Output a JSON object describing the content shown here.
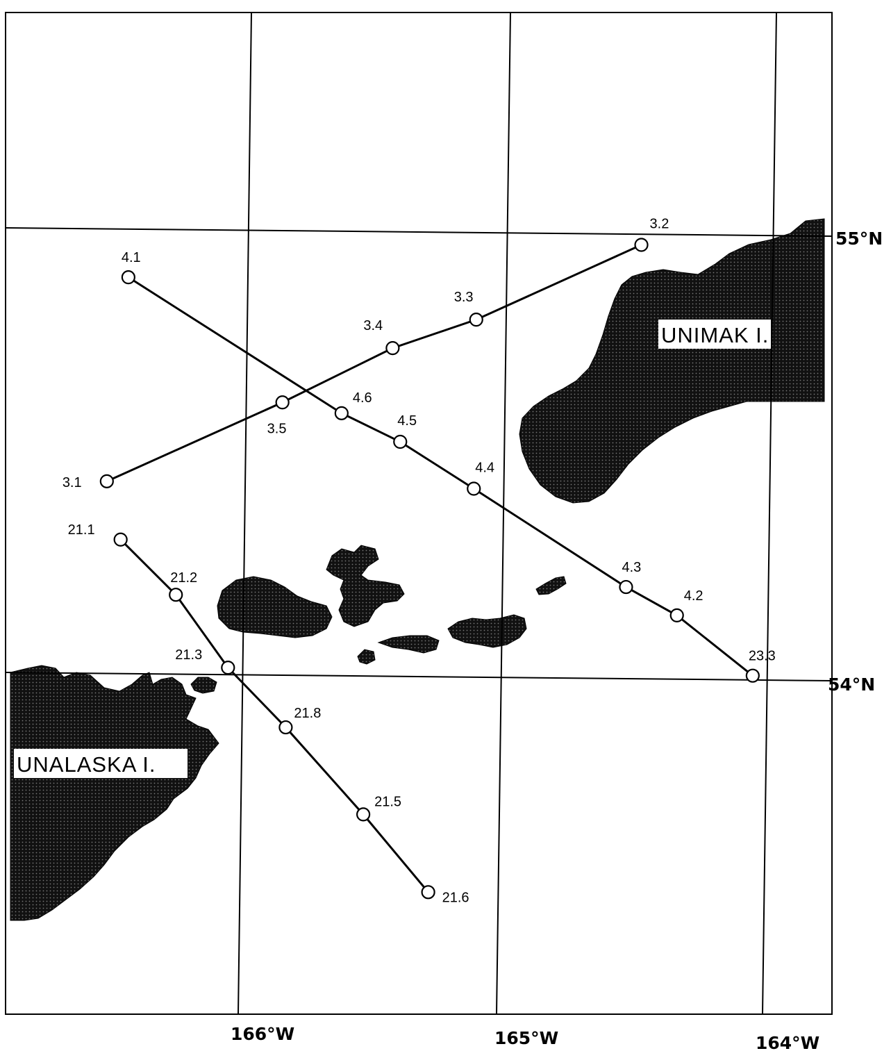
{
  "map": {
    "land_color": "#1a1a1a",
    "line_color": "#000000",
    "background": "#ffffff"
  },
  "axes": {
    "longitude_labels": [
      "166°W",
      "165°W",
      "164°W"
    ],
    "latitude_labels": [
      "55°N",
      "54°N"
    ]
  },
  "islands": [
    {
      "id": "unimak",
      "label": "UNIMAK I."
    },
    {
      "id": "unalaska",
      "label": "UNALASKA I."
    }
  ],
  "transects": [
    {
      "id": "line-3",
      "stations": [
        {
          "label": "3.1",
          "lon": -166.53,
          "lat": 54.42
        },
        {
          "label": "3.5",
          "lon": -165.86,
          "lat": 54.61
        },
        {
          "label": "3.4",
          "lon": -165.44,
          "lat": 54.74
        },
        {
          "label": "3.3",
          "lon": -165.12,
          "lat": 54.81
        },
        {
          "label": "3.2",
          "lon": -164.49,
          "lat": 54.99
        }
      ]
    },
    {
      "id": "line-4",
      "stations": [
        {
          "label": "4.1",
          "lon": -166.47,
          "lat": 54.88
        },
        {
          "label": "4.6",
          "lon": -165.63,
          "lat": 54.59
        },
        {
          "label": "4.5",
          "lon": -165.4,
          "lat": 54.53
        },
        {
          "label": "4.4",
          "lon": -165.11,
          "lat": 54.43
        },
        {
          "label": "4.3",
          "lon": -164.51,
          "lat": 54.22
        },
        {
          "label": "4.2",
          "lon": -164.31,
          "lat": 54.16
        },
        {
          "label": "23.3",
          "lon": -164.01,
          "lat": 54.03
        }
      ]
    },
    {
      "id": "line-21",
      "stations": [
        {
          "label": "21.1",
          "lon": -166.47,
          "lat": 54.29
        },
        {
          "label": "21.2",
          "lon": -166.25,
          "lat": 54.17
        },
        {
          "label": "21.3",
          "lon": -166.04,
          "lat": 54.01
        },
        {
          "label": "21.8",
          "lon": -165.81,
          "lat": 53.88
        },
        {
          "label": "21.5",
          "lon": -165.5,
          "lat": 53.69
        },
        {
          "label": "21.6",
          "lon": -165.24,
          "lat": 53.52
        }
      ]
    }
  ]
}
